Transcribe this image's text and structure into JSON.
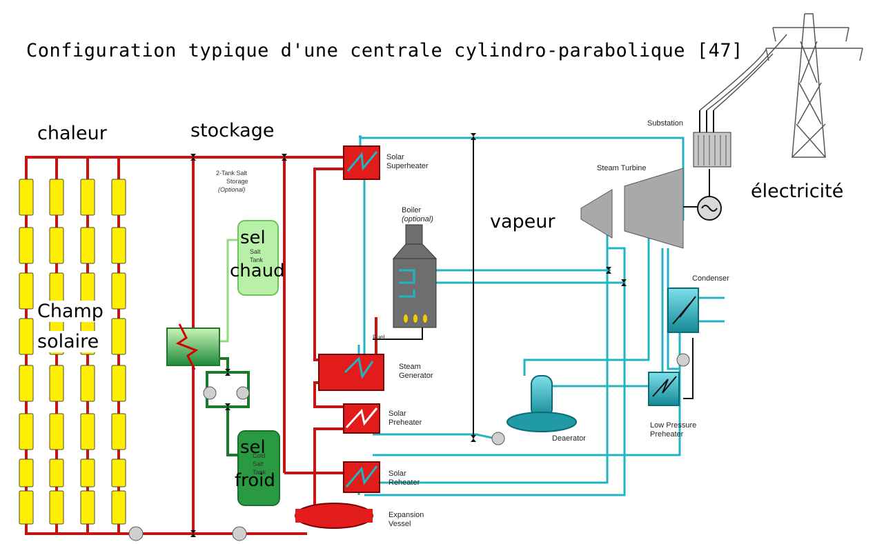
{
  "title": "Configuration typique d'une centrale cylindro-parabolique  [47]",
  "labels": {
    "chaleur": "chaleur",
    "stockage": "stockage",
    "vapeur": "vapeur",
    "electricite": "électricité",
    "champ_line1": "Champ",
    "champ_line2": "solaire",
    "sel_chaud_1": "sel",
    "sel_chaud_2": "chaud",
    "sel_froid_1": "sel",
    "sel_froid_2": "froid"
  },
  "components": {
    "storage_line1": "2-Tank Salt",
    "storage_line2": "Storage",
    "storage_line3": "(Optional)",
    "hot_tank_1": "Salt",
    "hot_tank_2": "Tank",
    "cold_tank_1": "Cold",
    "cold_tank_2": "Salt",
    "cold_tank_3": "Tank",
    "superheater_1": "Solar",
    "superheater_2": "Superheater",
    "boiler_1": "Boiler",
    "boiler_2": "(optional)",
    "fuel": "Fuel",
    "steam_gen_1": "Steam",
    "steam_gen_2": "Generator",
    "preheater_1": "Solar",
    "preheater_2": "Preheater",
    "reheater_1": "Solar",
    "reheater_2": "Reheater",
    "expansion_1": "Expansion",
    "expansion_2": "Vessel",
    "deaerator": "Deaerator",
    "lp_preheater_1": "Low Pressure",
    "lp_preheater_2": "Preheater",
    "condenser": "Condenser",
    "steam_turbine": "Steam Turbine",
    "substation": "Substation"
  },
  "colors": {
    "hot_pipe": "#cc1111",
    "steam_pipe": "#1fb5c4",
    "collector": "#ffee00",
    "green": "#1a9a3a",
    "light_green": "#b8f0a8",
    "turbine": "#a9a9a9"
  }
}
